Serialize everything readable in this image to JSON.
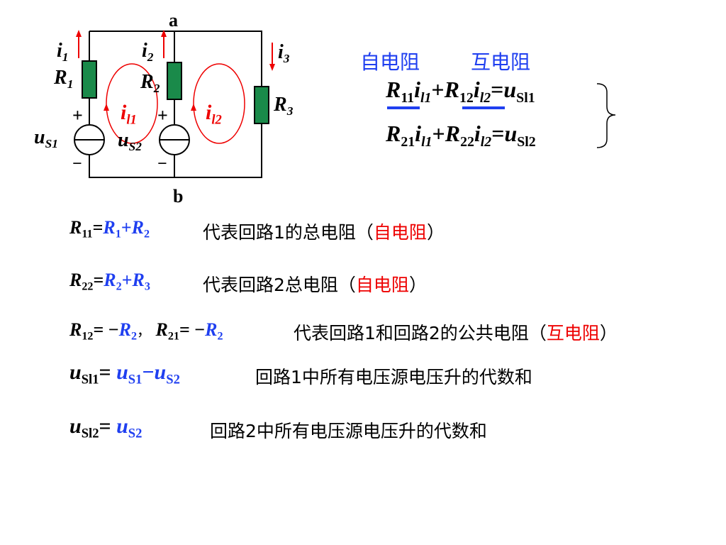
{
  "circuit": {
    "node_a": "a",
    "node_b": "b",
    "i1": "i",
    "i1_sub": "1",
    "i2": "i",
    "i2_sub": "2",
    "i3": "i",
    "i3_sub": "3",
    "R1": "R",
    "R1_sub": "1",
    "R2": "R",
    "R2_sub": "2",
    "R3": "R",
    "R3_sub": "3",
    "il1": "i",
    "il1_sub": "l1",
    "il2": "i",
    "il2_sub": "l2",
    "uS1": "u",
    "uS1_sub": "S1",
    "uS2": "u",
    "uS2_sub": "S2",
    "plus": "+",
    "minus": "−"
  },
  "header": {
    "self_resistance": "自电阻",
    "mutual_resistance": "互电阻"
  },
  "equations": {
    "eq1": {
      "R11": "R",
      "R11_sub": "11",
      "i1": "i",
      "i1_sub": "l1",
      "plus": "+",
      "R12": "R",
      "R12_sub": "12",
      "i2": "i",
      "i2_sub": "l2",
      "eq": "=",
      "u": "u",
      "u_sub": "Sl1"
    },
    "eq2": {
      "R21": "R",
      "R21_sub": "21",
      "i1": "i",
      "i1_sub": "l1",
      "plus": "+",
      "R22": "R",
      "R22_sub": "22",
      "i2": "i",
      "i2_sub": "l2",
      "eq": "=",
      "u": "u",
      "u_sub": "Sl2"
    }
  },
  "definitions": {
    "r11": {
      "lhs": "R",
      "lhs_sub": "11",
      "eq": "=",
      "a": "R",
      "a_sub": "1",
      "plus": "+",
      "b": "R",
      "b_sub": "2",
      "desc": "代表回路1的总电阻（",
      "tag": "自电阻",
      "close": "）"
    },
    "r22": {
      "lhs": "R",
      "lhs_sub": "22",
      "eq": "=",
      "a": "R",
      "a_sub": "2",
      "plus": "+",
      "b": "R",
      "b_sub": "3",
      "desc": "代表回路2总电阻（",
      "tag": "自电阻",
      "close": "）"
    },
    "r12": {
      "lhs": "R",
      "lhs_sub": "12",
      "eq": "= −",
      "a": "R",
      "a_sub": "2",
      "sep": "，",
      "lhs2": "R",
      "lhs2_sub": "21",
      "eq2": "= −",
      "b": "R",
      "b_sub": "2",
      "desc": "代表回路1和回路2的公共电阻（",
      "tag": "互电阻",
      "close": "）"
    },
    "us1": {
      "lhs": "u",
      "lhs_sub": "Sl1",
      "eq": "=",
      "a": "u",
      "a_sub": "S1",
      "minus": "−",
      "b": "u",
      "b_sub": "S2",
      "desc": "回路1中所有电压源电压升的代数和"
    },
    "us2": {
      "lhs": "u",
      "lhs_sub": "Sl2",
      "eq": "=",
      "a": "u",
      "a_sub": "S2",
      "desc": "回路2中所有电压源电压升的代数和"
    }
  },
  "colors": {
    "blue": "#1f3ff0",
    "red": "#ee0000",
    "resistor": "#1a8a4a",
    "loop": "#ee0000"
  }
}
